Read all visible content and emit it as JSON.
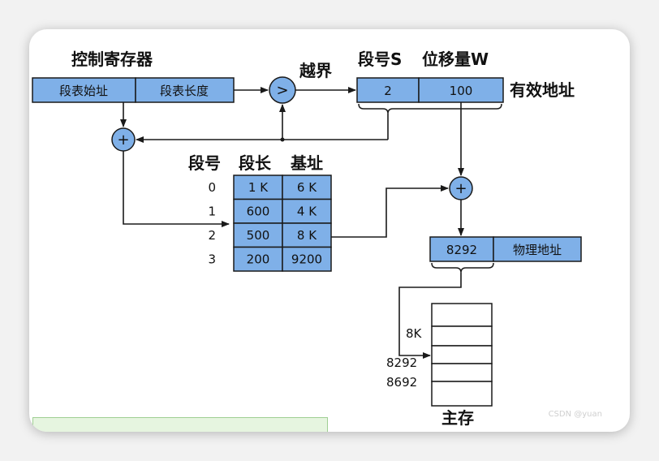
{
  "control_register": {
    "title": "控制寄存器",
    "seg_table_start": "段表始址",
    "seg_table_length": "段表长度"
  },
  "comparator": {
    "symbol": ">",
    "overflow_label": "越界"
  },
  "logical_address": {
    "segment_header": "段号S",
    "offset_header": "位移量W",
    "segment_value": "2",
    "offset_value": "100",
    "label": "有效地址"
  },
  "adder_symbol": "+",
  "segment_table": {
    "headers": [
      "段号",
      "段长",
      "基址"
    ],
    "rows": [
      {
        "seg": "0",
        "length": "1 K",
        "base": "6 K"
      },
      {
        "seg": "1",
        "length": "600",
        "base": "4 K"
      },
      {
        "seg": "2",
        "length": "500",
        "base": "8 K"
      },
      {
        "seg": "3",
        "length": "200",
        "base": "9200"
      }
    ]
  },
  "physical_address": {
    "value": "8292",
    "label": "物理地址"
  },
  "main_memory": {
    "label": "主存",
    "marks": [
      "8K",
      "8292",
      "8692"
    ]
  },
  "colors": {
    "cell_fill": "#7fb0e8",
    "stroke": "#1a1a1a",
    "card_bg": "#ffffff",
    "page_bg": "#f2f2f2"
  },
  "watermark": "CSDN @yuan"
}
